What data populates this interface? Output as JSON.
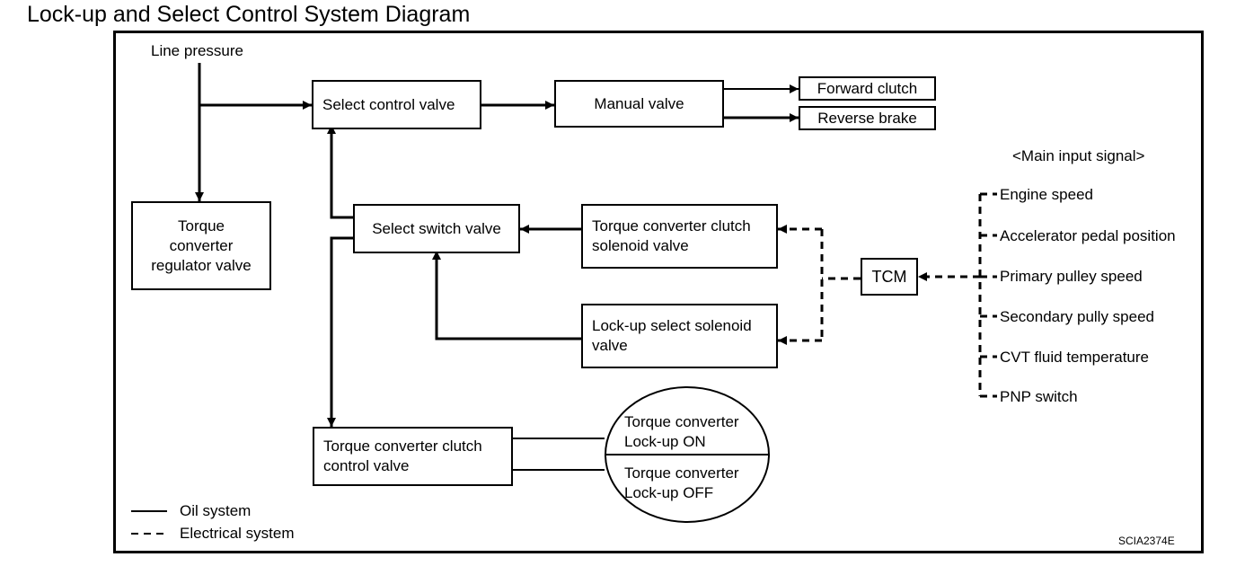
{
  "title": "Lock-up and Select Control System Diagram",
  "labels": {
    "line_pressure": "Line pressure",
    "main_input_signal": "<Main input signal>"
  },
  "boxes": {
    "select_control_valve": "Select control valve",
    "manual_valve": "Manual valve",
    "forward_clutch": "Forward clutch",
    "reverse_brake": "Reverse brake",
    "torque_converter_regulator_valve": "Torque converter regulator valve",
    "select_switch_valve": "Select switch valve",
    "tcc_solenoid_valve": "Torque converter clutch solenoid valve",
    "lockup_select_solenoid_valve": "Lock-up select solenoid valve",
    "tcm": "TCM",
    "tcc_control_valve": "Torque converter clutch control valve"
  },
  "torque_converter": {
    "on_line1": "Torque converter",
    "on_line2": "Lock-up ON",
    "off_line1": "Torque converter",
    "off_line2": "Lock-up OFF"
  },
  "input_signals": [
    "Engine speed",
    "Accelerator pedal position",
    "Primary pulley speed",
    "Secondary pully speed",
    "CVT fluid temperature",
    "PNP switch"
  ],
  "legend": {
    "oil": "Oil system",
    "electrical": "Electrical system"
  },
  "figure_code": "SCIA2374E"
}
